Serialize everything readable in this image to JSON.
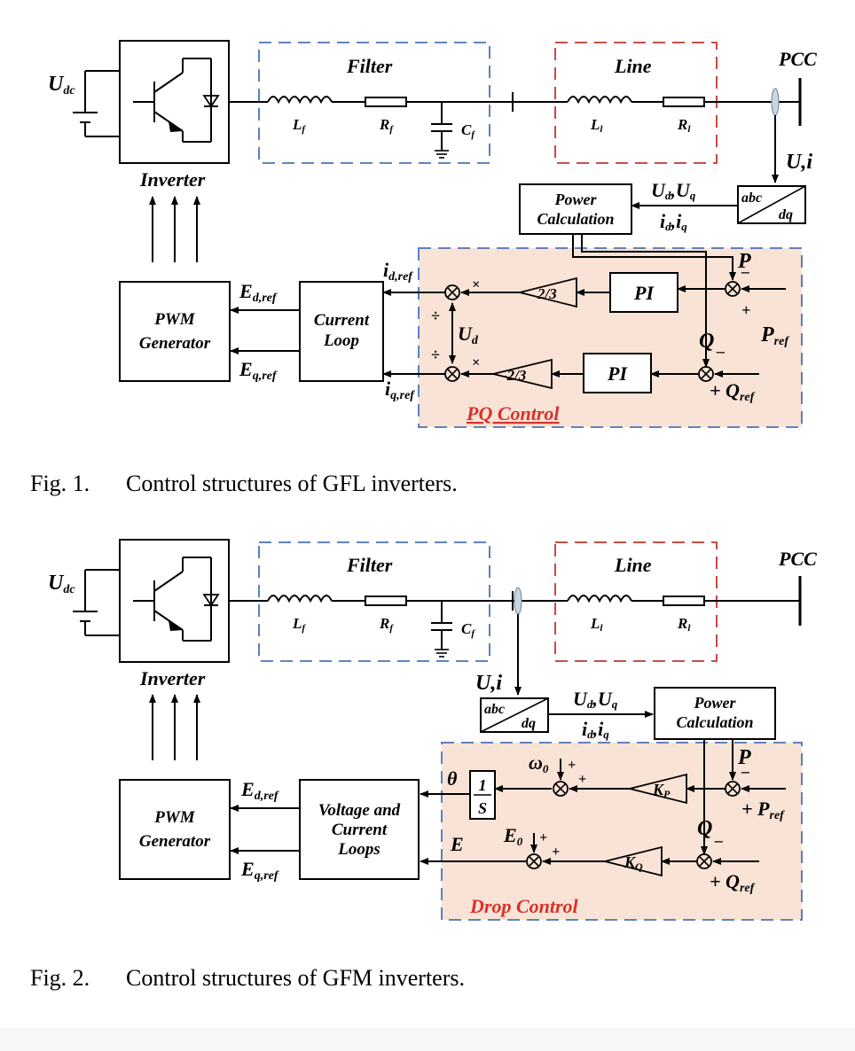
{
  "fig1": {
    "udc": "U",
    "udc_sub": "dc",
    "inverter": "Inverter",
    "filter": "Filter",
    "line": "Line",
    "pcc": "PCC",
    "lf": "L",
    "lf_sub": "f",
    "rf": "R",
    "rf_sub": "f",
    "cf": "C",
    "cf_sub": "f",
    "ll": "L",
    "ll_sub": "l",
    "rl": "R",
    "rl_sub": "l",
    "ui": "U,i",
    "abc": "abc",
    "dq": "dq",
    "power_calc_1": "Power",
    "power_calc_2": "Calculation",
    "ud_uq": "U",
    "id_iq": "i",
    "pwm_1": "PWM",
    "pwm_2": "Generator",
    "current_loop_1": "Current",
    "current_loop_2": "Loop",
    "ed_ref": "E",
    "eq_ref": "E",
    "id_ref": "i",
    "iq_ref": "i",
    "ud": "U",
    "gain_d": "2/3",
    "gain_q": "-2/3",
    "pi": "PI",
    "p": "P",
    "q": "Q",
    "p_ref": "P",
    "q_ref": "Q",
    "control_title": "PQ Control",
    "caption_num": "Fig. 1.",
    "caption_text": "Control structures of GFL inverters."
  },
  "fig2": {
    "udc": "U",
    "udc_sub": "dc",
    "inverter": "Inverter",
    "filter": "Filter",
    "line": "Line",
    "pcc": "PCC",
    "lf": "L",
    "lf_sub": "f",
    "rf": "R",
    "rf_sub": "f",
    "cf": "C",
    "cf_sub": "f",
    "ll": "L",
    "ll_sub": "l",
    "rl": "R",
    "rl_sub": "l",
    "ui": "U,i",
    "abc": "abc",
    "dq": "dq",
    "ud_uq": "U",
    "id_iq": "i",
    "power_calc_1": "Power",
    "power_calc_2": "Calculation",
    "pwm_1": "PWM",
    "pwm_2": "Generator",
    "vc_loop_1": "Voltage and",
    "vc_loop_2": "Current",
    "vc_loop_3": "Loops",
    "ed_ref": "E",
    "eq_ref": "E",
    "theta": "θ",
    "integ_num": "1",
    "integ_den": "S",
    "e": "E",
    "omega0": "ω",
    "e0": "E",
    "kp": "K",
    "kq": "K",
    "p": "P",
    "q": "Q",
    "p_ref": "P",
    "q_ref": "Q",
    "control_title": "Drop Control",
    "caption_num": "Fig. 2.",
    "caption_text": "Control structures of GFM inverters."
  }
}
